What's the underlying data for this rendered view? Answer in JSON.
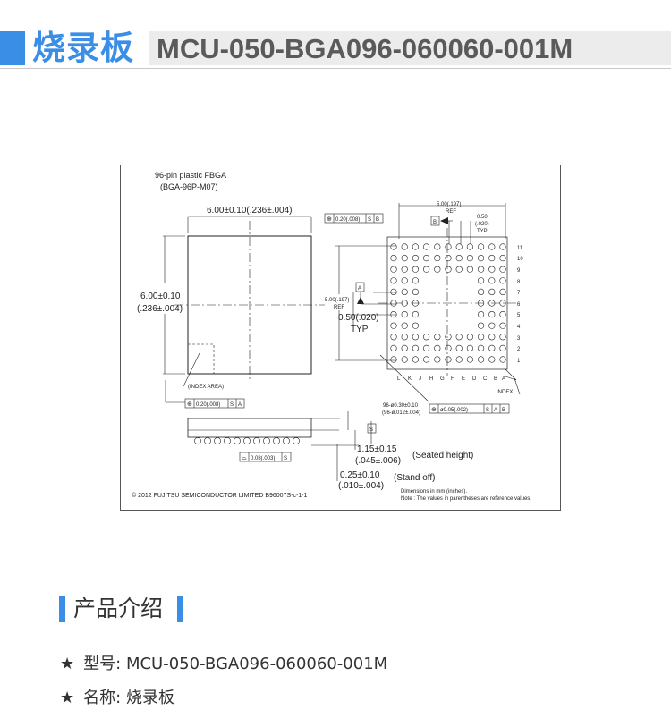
{
  "header": {
    "title_cn": "烧录板",
    "model": "MCU-050-BGA096-060060-001M"
  },
  "drawing": {
    "package_name": "96-pin plastic FBGA",
    "package_code": "(BGA-96P-M07)",
    "dim_width": "6.00±0.10(.236±.004)",
    "dim_height_1": "6.00±0.10",
    "dim_height_2": "(.236±.004)",
    "tol_top": "0.20(.008)",
    "datum_s": "S",
    "datum_a": "A",
    "datum_b": "B",
    "index_area": "(INDEX AREA)",
    "tol_bottom": "0.20(.008)",
    "ref_500_top": "5.00(.197)",
    "ref_label": "REF",
    "pitch_050": "0.50",
    "pitch_020": "(.020)",
    "typ_small": "TYP",
    "ref_500_left": "5.00(.197)",
    "pitch_big": "0.50(.020)",
    "typ_big": "TYP",
    "row_labels": [
      "11",
      "10",
      "9",
      "8",
      "7",
      "6",
      "5",
      "4",
      "3",
      "2",
      "1"
    ],
    "col_labels": [
      "L",
      "K",
      "J",
      "H",
      "G",
      "F",
      "E",
      "D",
      "C",
      "B",
      "A"
    ],
    "index_label": "INDEX",
    "ball_dim_1": "96-ø0.30±0.10",
    "ball_dim_2": "(96-ø.012±.004)",
    "ball_tol": "ø0.05(.002)",
    "flat_tol": "0.08(.003)",
    "seated_1": "1.15±0.15",
    "seated_2": "(.045±.006)",
    "seated_label": "(Seated height)",
    "stand_1": "0.25±0.10",
    "stand_2": "(.010±.004)",
    "stand_label": "(Stand off)",
    "note_1": "Dimensions in mm (inches).",
    "note_2": "Note : The values in parentheses are reference values.",
    "copyright": "© 2012  FUJITSU SEMICONDUCTOR LIMITED  B96007S-c-1-1"
  },
  "section": {
    "title": "产品介绍"
  },
  "specs": [
    {
      "label": "型号:",
      "value": "MCU-050-BGA096-060060-001M"
    },
    {
      "label": "名称:",
      "value": "烧录板"
    }
  ]
}
